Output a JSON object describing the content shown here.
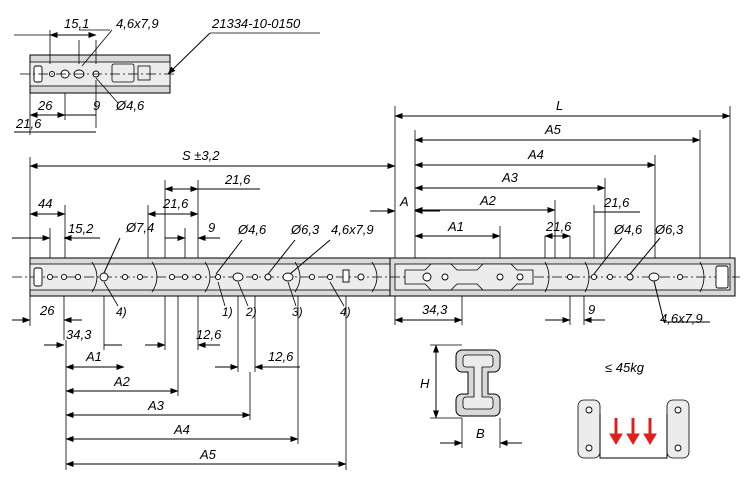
{
  "labels": {
    "top_15_1": "15,1",
    "top_4_6x7_9": "4,6x7,9",
    "part_no": "21334-10-0150",
    "top_26": "26",
    "top_9": "9",
    "top_21_6": "21,6",
    "top_d4_6": "Ø4,6",
    "L": "L",
    "A5_r": "A5",
    "A4_r": "A4",
    "A3_r": "A3",
    "A2_r": "A2",
    "A1_r": "A1",
    "A": "A",
    "S": "S ±3,2",
    "m_21_6a": "21,6",
    "m_44": "44",
    "m_21_6b": "21,6",
    "m_15_2": "15,2",
    "m_d7_4": "Ø7,4",
    "m_9": "9",
    "m_d4_6": "Ø4,6",
    "m_d6_3": "Ø6,3",
    "m_4_6x7_9": "4,6x7,9",
    "r_21_6a": "21,6",
    "r_21_6b": "21,6",
    "r_d4_6": "Ø4,6",
    "r_d6_3": "Ø6,3",
    "n1": "1)",
    "n2": "2)",
    "n3": "3)",
    "n4a": "4)",
    "n4b": "4)",
    "b_26": "26",
    "b_34_3": "34,3",
    "b_12_6a": "12,6",
    "b_12_6b": "12,6",
    "b_A1": "A1",
    "b_A2": "A2",
    "b_A3": "A3",
    "b_A4": "A4",
    "b_A5": "A5",
    "r_34_3": "34,3",
    "r_9": "9",
    "r_4_6x7_9": "4,6x7,9",
    "H": "H",
    "B": "B",
    "load": "≤ 45kg"
  }
}
